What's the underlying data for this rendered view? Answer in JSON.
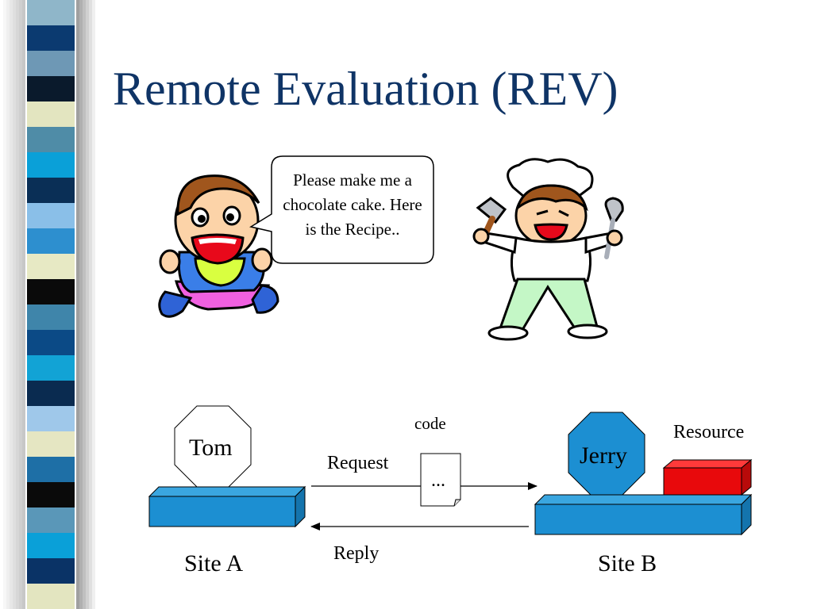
{
  "slide": {
    "title": "Remote Evaluation (REV)",
    "speech_bubble": "Please make me a chocolate cake. Here is the Recipe.."
  },
  "diagram": {
    "agent_a": "Tom",
    "agent_b": "Jerry",
    "site_a": "Site A",
    "site_b": "Site B",
    "code_label": "code",
    "code_doc": "...",
    "request_label": "Request",
    "reply_label": "Reply",
    "resource_label": "Resource"
  },
  "colors": {
    "title": "#0f3466",
    "platform": "#1c8fd2",
    "jerry_octagon": "#1c8fd2",
    "resource": "#e8090c"
  },
  "strip_colors": [
    "#8fb6c9",
    "#0b3a70",
    "#6e98b5",
    "#0a1a2c",
    "#e3e5c0",
    "#4f8ca7",
    "#0aa0d8",
    "#0a2f56",
    "#8abfe8",
    "#2d8fcf",
    "#e7e9c4",
    "#0a0a0a",
    "#3f85aa",
    "#0b4a86",
    "#12a3d5",
    "#0a2b50",
    "#9fc8ea",
    "#e5e6c2",
    "#1e6fa6",
    "#0a0a0a",
    "#5a97b8",
    "#0aa0d8",
    "#0a3366",
    "#e3e5c0"
  ]
}
